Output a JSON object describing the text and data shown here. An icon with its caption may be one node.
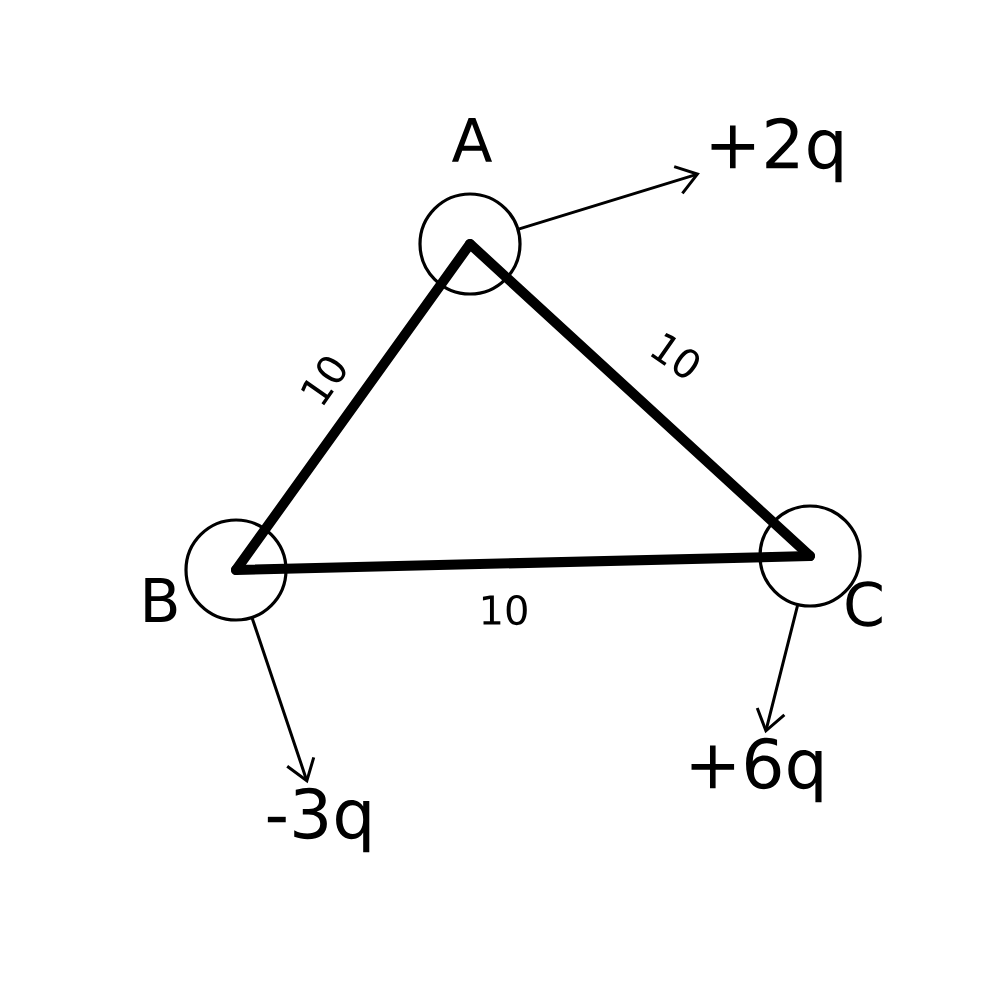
{
  "diagram": {
    "nodes": [
      {
        "text": [
          "A"
        ]
      },
      {
        "text": [
          "B"
        ]
      },
      {
        "text": [
          "C"
        ]
      },
      {
        "text": [
          "+2q"
        ]
      },
      {
        "text": [
          "-3q"
        ]
      },
      {
        "text": [
          "+6q"
        ]
      }
    ],
    "edges": [
      {
        "from": 0,
        "to": 1,
        "arrow": "none",
        "label": "10",
        "style": "thick"
      },
      {
        "from": 0,
        "to": 2,
        "arrow": "none",
        "label": "10",
        "style": "thick"
      },
      {
        "from": 1,
        "to": 2,
        "arrow": "none",
        "label": "10",
        "style": "thick"
      },
      {
        "from": 0,
        "to": 3,
        "arrow": "to"
      },
      {
        "from": 1,
        "to": 4,
        "arrow": "to"
      },
      {
        "from": 2,
        "to": 5,
        "arrow": "to"
      }
    ]
  }
}
